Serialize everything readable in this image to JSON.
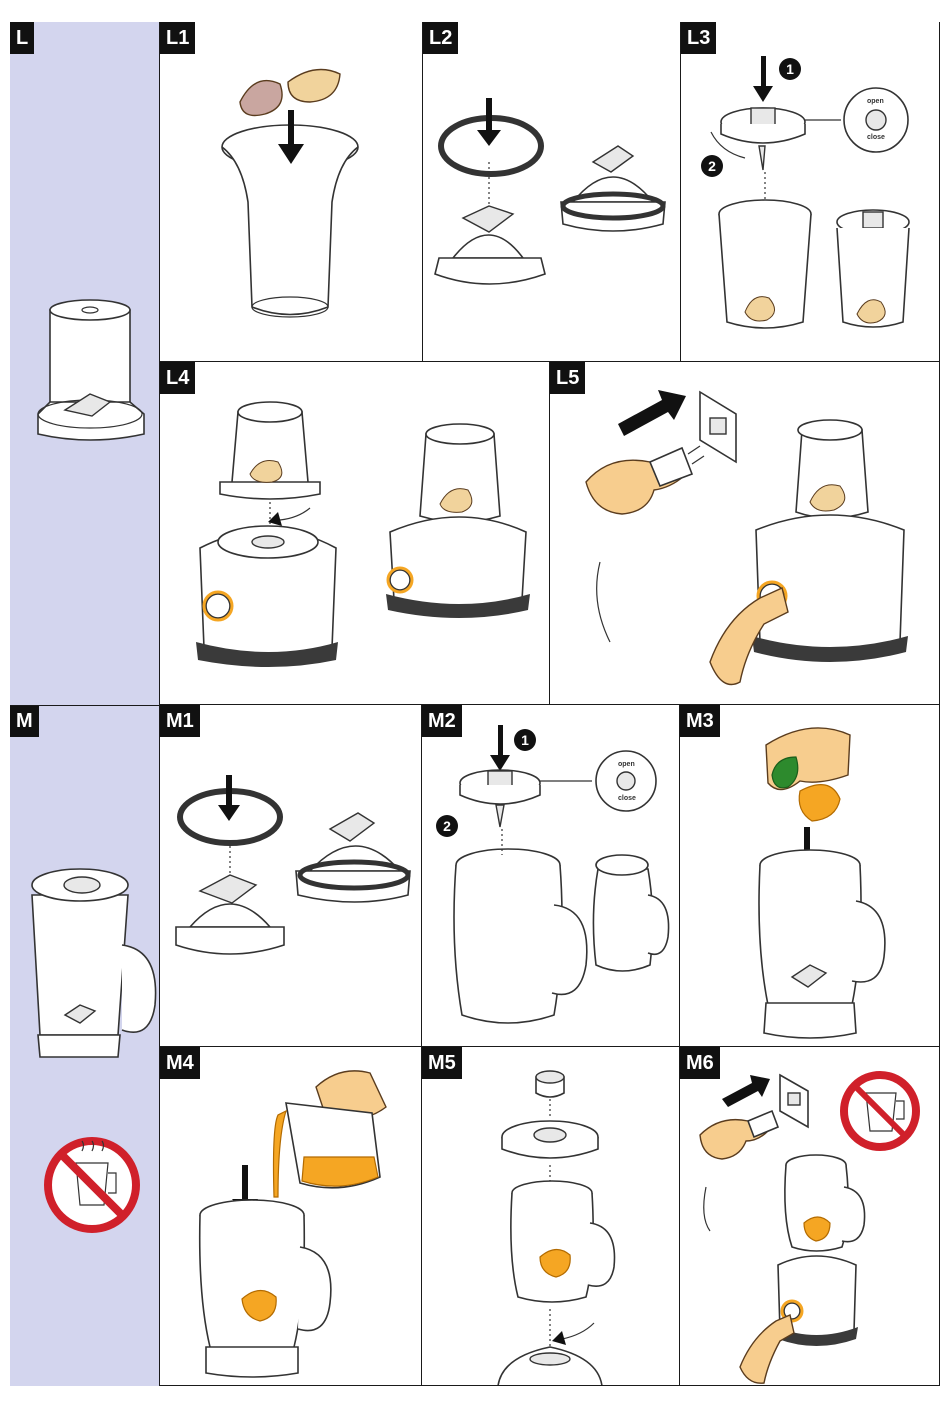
{
  "sections": {
    "L": {
      "label": "L"
    },
    "M": {
      "label": "M"
    }
  },
  "panels": {
    "L1": {
      "label": "L1"
    },
    "L2": {
      "label": "L2"
    },
    "L3": {
      "label": "L3",
      "step1": "1",
      "step2": "2",
      "lid_open": "open",
      "lid_close": "close"
    },
    "L4": {
      "label": "L4"
    },
    "L5": {
      "label": "L5"
    },
    "M1": {
      "label": "M1"
    },
    "M2": {
      "label": "M2",
      "step1": "1",
      "step2": "2",
      "lid_open": "open",
      "lid_close": "close"
    },
    "M3": {
      "label": "M3"
    },
    "M4": {
      "label": "M4"
    },
    "M5": {
      "label": "M5"
    },
    "M6": {
      "label": "M6"
    }
  },
  "colors": {
    "sidebar": "#d3d5ee",
    "warning": "#d0202a",
    "juice": "#f5a623",
    "skin": "#f7cd8e",
    "ink": "#111111"
  },
  "icons": [
    "no-hot-liquid-icon",
    "arrow-down-icon",
    "power-plug-icon",
    "wall-socket-icon"
  ]
}
